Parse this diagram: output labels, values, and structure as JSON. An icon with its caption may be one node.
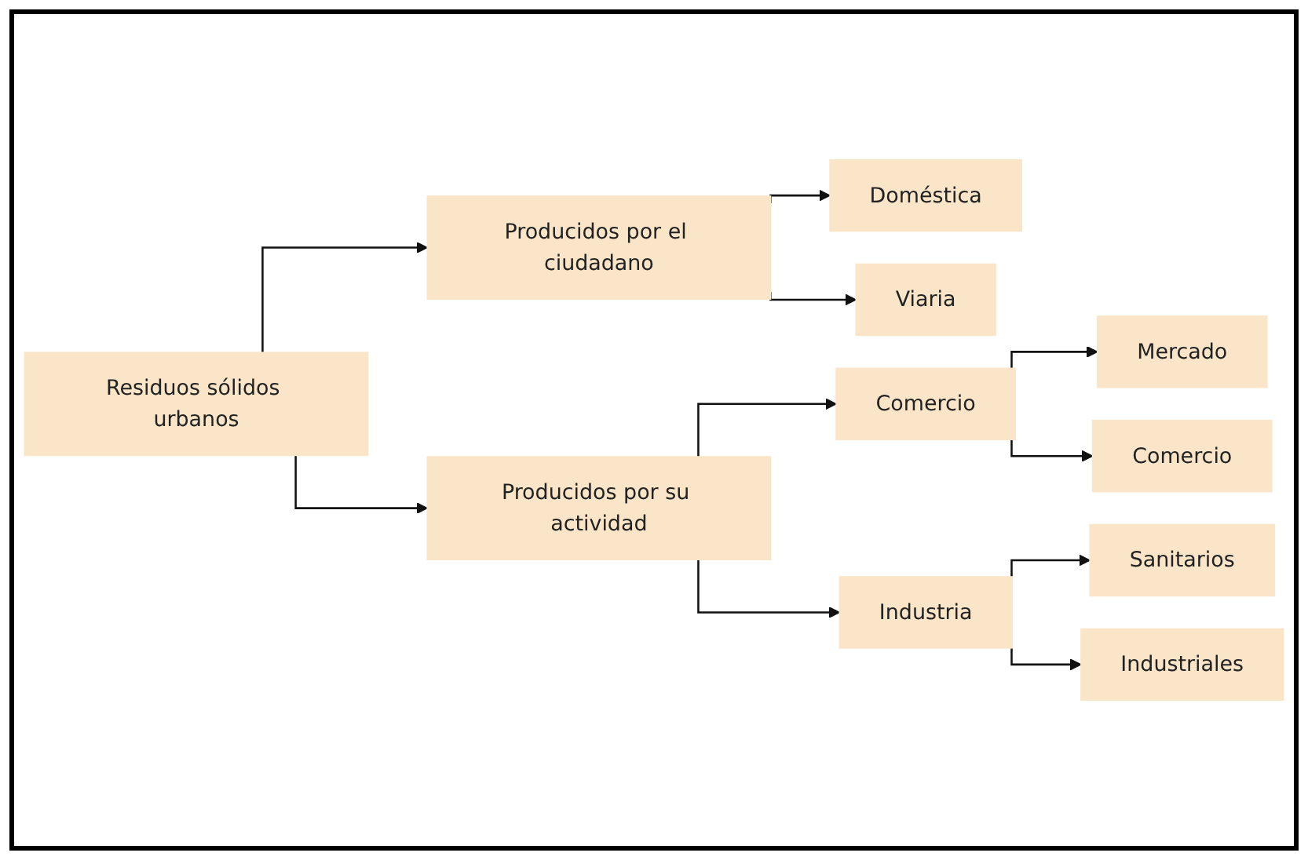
{
  "diagram": {
    "nodes": [
      {
        "text": [
          "Residuos sólidos urbanos"
        ]
      },
      {
        "text": [
          "Producidos por el ciudadano"
        ]
      },
      {
        "text": [
          "Doméstica"
        ]
      },
      {
        "text": [
          "Viaria"
        ]
      },
      {
        "text": [
          "Producidos por su actividad"
        ]
      },
      {
        "text": [
          "Comercio"
        ]
      },
      {
        "text": [
          "Mercado"
        ]
      },
      {
        "text": [
          "Comercio"
        ]
      },
      {
        "text": [
          "Industria"
        ]
      },
      {
        "text": [
          "Sanitarios"
        ]
      },
      {
        "text": [
          "Industriales"
        ]
      }
    ],
    "edges": [
      {
        "from": 0,
        "to": 1,
        "arrow": "to"
      },
      {
        "from": 0,
        "to": 4,
        "arrow": "to"
      },
      {
        "from": 1,
        "to": 2,
        "arrow": "to"
      },
      {
        "from": 1,
        "to": 3,
        "arrow": "to"
      },
      {
        "from": 4,
        "to": 5,
        "arrow": "to"
      },
      {
        "from": 4,
        "to": 8,
        "arrow": "to"
      },
      {
        "from": 5,
        "to": 6,
        "arrow": "to"
      },
      {
        "from": 5,
        "to": 7,
        "arrow": "to"
      },
      {
        "from": 8,
        "to": 9,
        "arrow": "to"
      },
      {
        "from": 8,
        "to": 10,
        "arrow": "to"
      }
    ]
  }
}
